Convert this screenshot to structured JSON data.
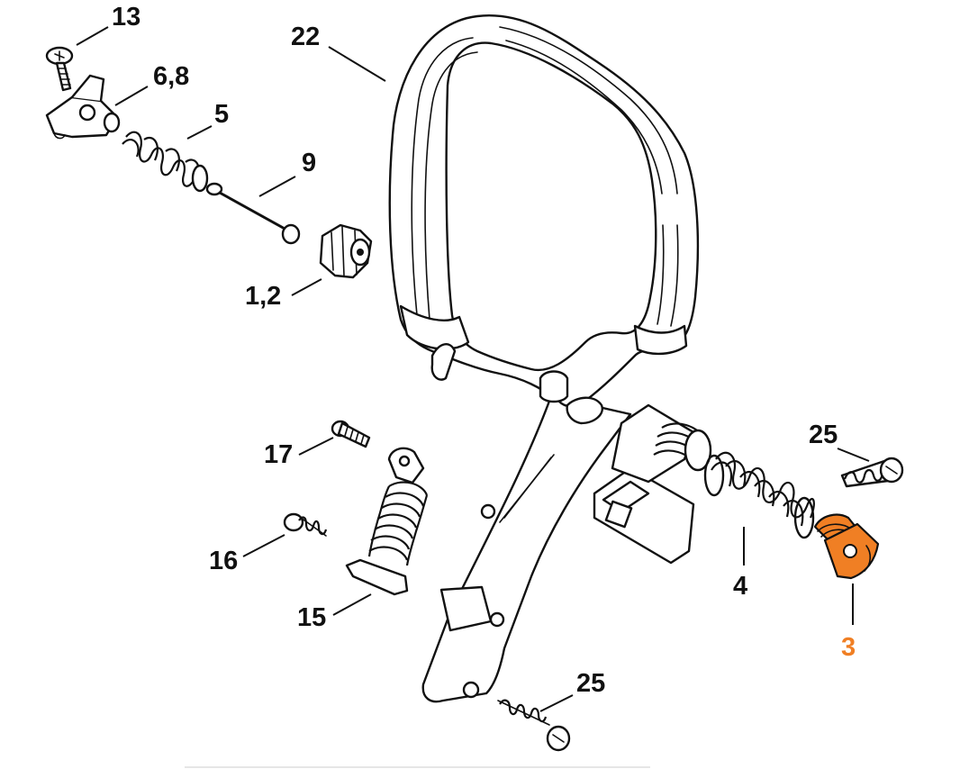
{
  "diagram": {
    "highlight_color": "#f07f24",
    "labels": {
      "p13": "13",
      "p22": "22",
      "p68": "6,8",
      "p5": "5",
      "p9": "9",
      "p12": "1,2",
      "p25a": "25",
      "p17": "17",
      "p4": "4",
      "p3": "3",
      "p16": "16",
      "p15": "15",
      "p25b": "25"
    }
  }
}
